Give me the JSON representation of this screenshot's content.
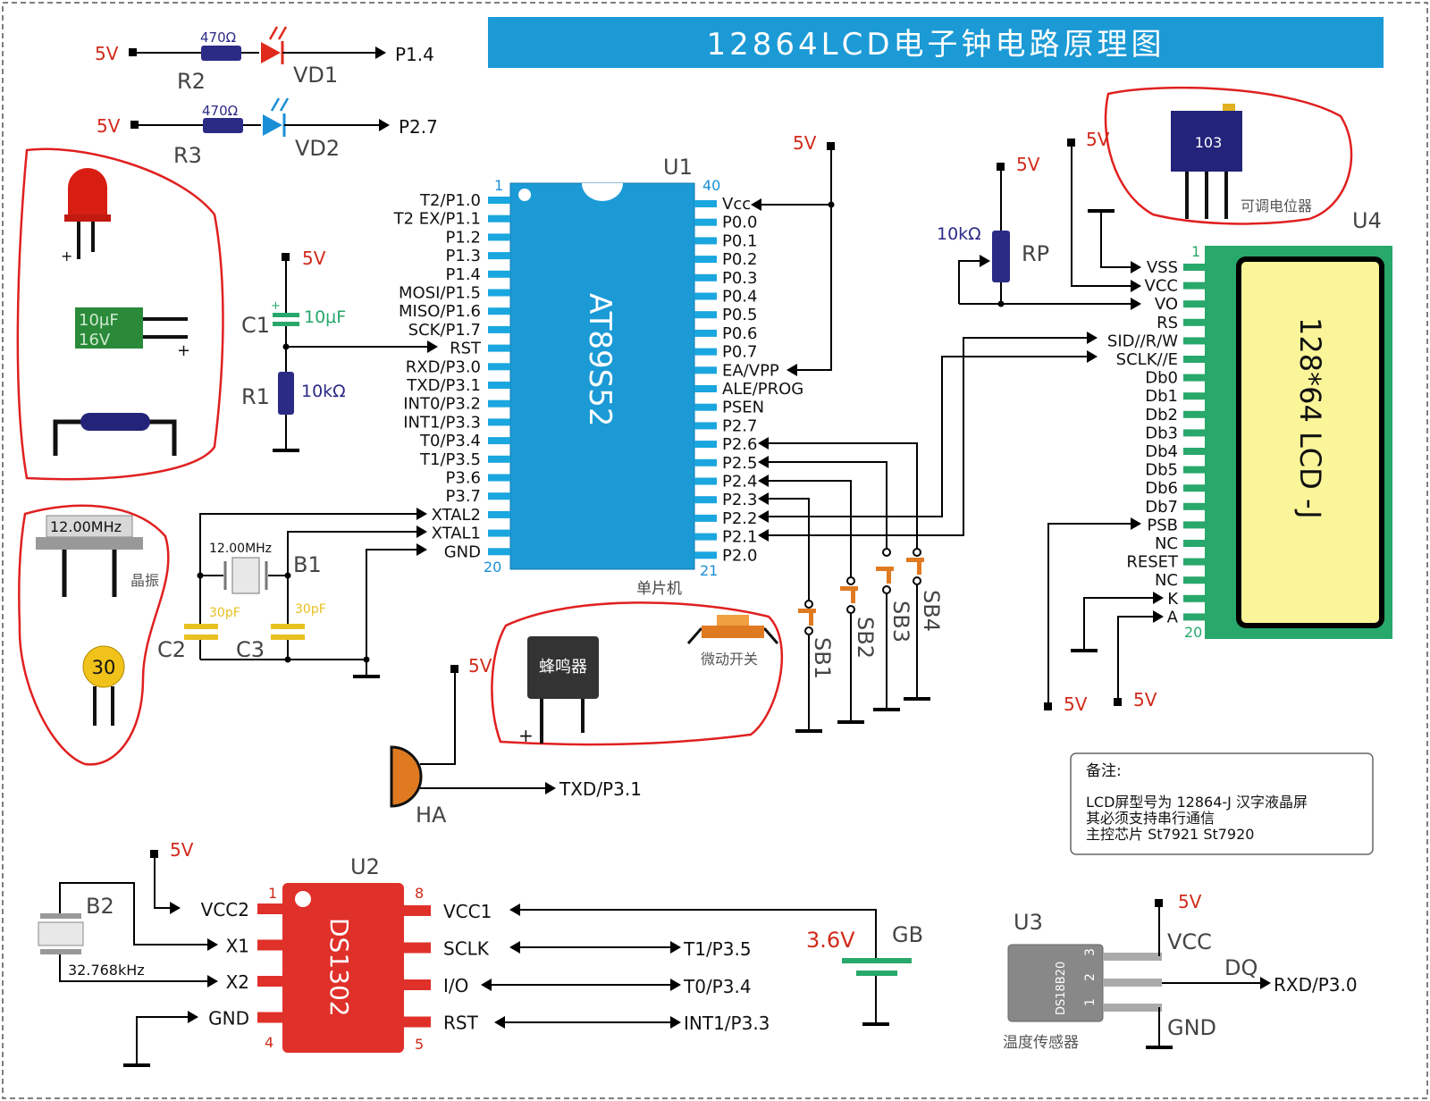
{
  "title": "12864LCD电子钟电路原理图",
  "u1": {
    "ref": "U1",
    "chip": "AT89S52",
    "caption": "单片机",
    "pin_first": "1",
    "pin_last": "40",
    "pin_bl": "20",
    "pin_br": "21",
    "left_pins": [
      "T2/P1.0",
      "T2 EX/P1.1",
      "P1.2",
      "P1.3",
      "P1.4",
      "MOSI/P1.5",
      "MISO/P1.6",
      "SCK/P1.7",
      "RST",
      "RXD/P3.0",
      "TXD/P3.1",
      "INT0/P3.2",
      "INT1/P3.3",
      "T0/P3.4",
      "T1/P3.5",
      "P3.6",
      "P3.7",
      "XTAL2",
      "XTAL1",
      "GND"
    ],
    "right_pins": [
      "Vcc",
      "P0.0",
      "P0.1",
      "P0.2",
      "P0.3",
      "P0.4",
      "P0.5",
      "P0.6",
      "P0.7",
      "EA/VPP",
      "ALE/PROG",
      "PSEN",
      "P2.7",
      "P2.6",
      "P2.5",
      "P2.4",
      "P2.3",
      "P2.2",
      "P2.1",
      "P2.0"
    ]
  },
  "u4": {
    "ref": "U4",
    "screen": "128*64 LCD -J",
    "pin_first": "1",
    "pin_last": "20",
    "pins": [
      "VSS",
      "VCC",
      "VO",
      "RS",
      "SID//R/W",
      "SCLK//E",
      "Db0",
      "Db1",
      "Db2",
      "Db3",
      "Db4",
      "Db5",
      "Db6",
      "Db7",
      "PSB",
      "NC",
      "RESET",
      "NC",
      "K",
      "A"
    ]
  },
  "u2": {
    "ref": "U2",
    "chip": "DS1302",
    "left_pins": [
      "VCC2",
      "X1",
      "X2",
      "GND"
    ],
    "right_pins": [
      "VCC1",
      "SCLK",
      "I/O",
      "RST"
    ],
    "nums": [
      "1",
      "4",
      "8",
      "5"
    ],
    "links": [
      "T1/P3.5",
      "T0/P3.4",
      "INT1/P3.3"
    ]
  },
  "u3": {
    "ref": "U3",
    "chip": "DS18B20",
    "pins": [
      "VCC",
      "DQ",
      "GND"
    ],
    "link": "RXD/P3.0",
    "pin_nums": [
      "3",
      "2",
      "1"
    ],
    "caption": "温度传感器"
  },
  "components": {
    "v5": "5V",
    "r2": "R2",
    "r3": "R3",
    "res470": "470Ω",
    "vd1": "VD1",
    "vd2": "VD2",
    "p14": "P1.4",
    "p27": "P2.7",
    "c1": "C1",
    "c1_val": "10μF",
    "r1": "R1",
    "r1_val": "10kΩ",
    "rp": "RP",
    "rp_val": "10kΩ",
    "b1": "B1",
    "b1_val": "12.00MHz",
    "c2": "C2",
    "c3": "C3",
    "cap30": "30pF",
    "ha": "HA",
    "ha_link": "TXD/P3.1",
    "b2": "B2",
    "b2_val": "32.768kHz",
    "gb": "GB",
    "gb_val": "3.6V",
    "sb": [
      "SB1",
      "SB2",
      "SB3",
      "SB4"
    ]
  },
  "legend": {
    "led_plus": "+",
    "cap_text1": "10μF",
    "cap_text2": "16V",
    "crystal_text": "12.00MHz",
    "crystal_caption": "晶振",
    "ceramic_text": "30",
    "buzzer_text": "蜂鸣器",
    "switch_caption": "微动开关",
    "pot_text": "103",
    "pot_caption": "可调电位器"
  },
  "note": {
    "heading": "备注:",
    "lines": [
      "LCD屏型号为 12864-J 汉字液晶屏",
      "其必须支持串行通信",
      "主控芯片 St7921 St7920"
    ]
  }
}
